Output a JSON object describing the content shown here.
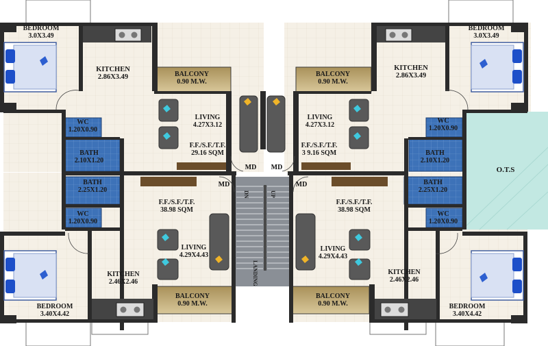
{
  "rooms": {
    "tl_bedroom": {
      "name": "BEDROOM",
      "dim": "3.0X3.49"
    },
    "tr_bedroom": {
      "name": "BEDROOM",
      "dim": "3.0X3.49"
    },
    "tl_kitchen": {
      "name": "KITCHEN",
      "dim": "2.86X3.49"
    },
    "tr_kitchen": {
      "name": "KITCHEN",
      "dim": "2.86X3.49"
    },
    "tl_balcony": {
      "name": "BALCONY",
      "dim": "0.90 M.W."
    },
    "tr_balcony": {
      "name": "BALCONY",
      "dim": "0.90 M.W."
    },
    "tl_living": {
      "name": "LIVING",
      "dim": "4.27X3.12"
    },
    "tr_living": {
      "name": "LIVING",
      "dim": "4.27X3.12"
    },
    "tl_area": {
      "floors": "F.F./S.F./T.F.",
      "area": "29.16 SQM"
    },
    "tr_area": {
      "floors": "F.F./S.F./T.F.",
      "area": "3 9.16 SQM"
    },
    "tl_wc": {
      "name": "WC",
      "dim": "1.20X0.90"
    },
    "tr_wc": {
      "name": "WC",
      "dim": "1.20X0.90"
    },
    "tl_bath": {
      "name": "BATH",
      "dim": "2.10X1.20"
    },
    "tr_bath": {
      "name": "BATH",
      "dim": "2.10X1.20"
    },
    "bl_bath": {
      "name": "BATH",
      "dim": "2.25X1.20"
    },
    "br_bath": {
      "name": "BATH",
      "dim": "2.25X1.20"
    },
    "bl_wc": {
      "name": "WC",
      "dim": "1.20X0.90"
    },
    "br_wc": {
      "name": "WC",
      "dim": "1.20X0.90"
    },
    "bl_area": {
      "floors": "F.F./S.F./T.F.",
      "area": "38.98 SQM"
    },
    "br_area": {
      "floors": "F.F./S.F./T.F.",
      "area": "38.98 SQM"
    },
    "bl_living": {
      "name": "LIVING",
      "dim": "4.29X4.43"
    },
    "br_living": {
      "name": "LIVING",
      "dim": "4.29X4.43"
    },
    "bl_kitchen": {
      "name": "KITCHEN",
      "dim": "2.46X2.46"
    },
    "br_kitchen": {
      "name": "KITCHEN",
      "dim": "2.46X2.46"
    },
    "bl_bedroom": {
      "name": "BEDROOM",
      "dim": "3.40X4.42"
    },
    "br_bedroom": {
      "name": "BEDROOM",
      "dim": "3.40X4.42"
    },
    "bl_balcony": {
      "name": "BALCONY",
      "dim": "0.90 M.W."
    },
    "br_balcony": {
      "name": "BALCONY",
      "dim": "0.90 M.W."
    }
  },
  "ots": "O.T.S",
  "doors": {
    "md": "MD"
  },
  "stair": {
    "dn": "DN",
    "up": "UP",
    "landing": "LANDING"
  },
  "colors": {
    "wall": "#2b2b2b",
    "floor": "#f4efe6",
    "wet": "#3f6fb5",
    "ots": "#bfe7e2",
    "balcony": "#c9b27a",
    "sofa": "#5a5a5a",
    "bed": "#dfe6f2"
  }
}
